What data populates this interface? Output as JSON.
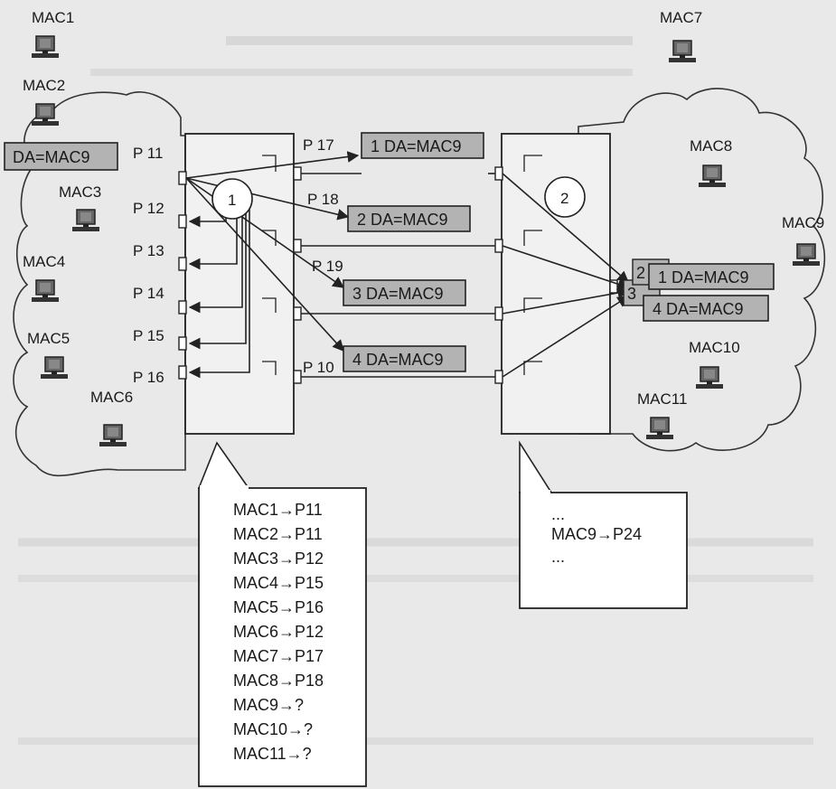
{
  "hosts": {
    "mac1": "MAC1",
    "mac2": "MAC2",
    "mac3": "MAC3",
    "mac4": "MAC4",
    "mac5": "MAC5",
    "mac6": "MAC6",
    "mac7": "MAC7",
    "mac8": "MAC8",
    "mac9": "MAC9",
    "mac10": "MAC10",
    "mac11": "MAC11"
  },
  "frame_label": "DA=MAC9",
  "switch1": {
    "id": "1",
    "ports": [
      "P 11",
      "P 12",
      "P 13",
      "P 14",
      "P 15",
      "P 16"
    ],
    "out_ports": [
      "P 17",
      "P 18",
      "P 19",
      "P 10"
    ],
    "table": [
      "MAC1→P11",
      "MAC2→P11",
      "MAC3→P12",
      "MAC4→P15",
      "MAC5→P16",
      "MAC6→P12",
      "MAC7→P17",
      "MAC8→P18",
      "MAC9→?",
      "MAC10→?",
      "MAC11→?"
    ]
  },
  "frames": [
    "1 DA=MAC9",
    "2 DA=MAC9",
    "3 DA=MAC9",
    "4 DA=MAC9"
  ],
  "switch2": {
    "id": "2",
    "table": [
      "...",
      "MAC9→P24",
      "..."
    ]
  },
  "received": {
    "top": "1 DA=MAC9",
    "bottom": "4 DA=MAC9",
    "peek_back": "2",
    "peek_mid": "3"
  },
  "colors": {
    "frame_fill": "#b3b3b3",
    "background": "#e9e9e9",
    "line": "#222222"
  }
}
